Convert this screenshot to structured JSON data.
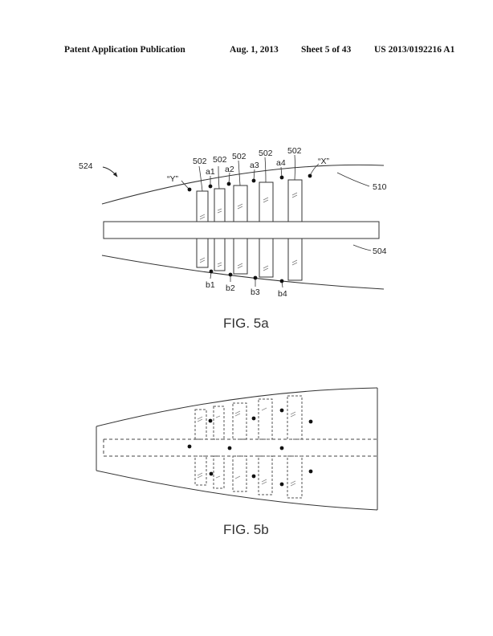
{
  "header": {
    "publication": "Patent Application Publication",
    "date": "Aug. 1, 2013",
    "sheet": "Sheet 5 of 43",
    "number": "US 2013/0192216 A1"
  },
  "fig5a": {
    "caption": "FIG. 5a",
    "ref_assembly": "524",
    "ref_outer": "510",
    "ref_inner": "504",
    "ref_element": "502",
    "point_x": "“X”",
    "point_y": "“Y”",
    "upper_points": [
      "a1",
      "a2",
      "a3",
      "a4"
    ],
    "lower_points": [
      "b1",
      "b2",
      "b3",
      "b4"
    ]
  },
  "fig5b": {
    "caption": "FIG. 5b"
  }
}
